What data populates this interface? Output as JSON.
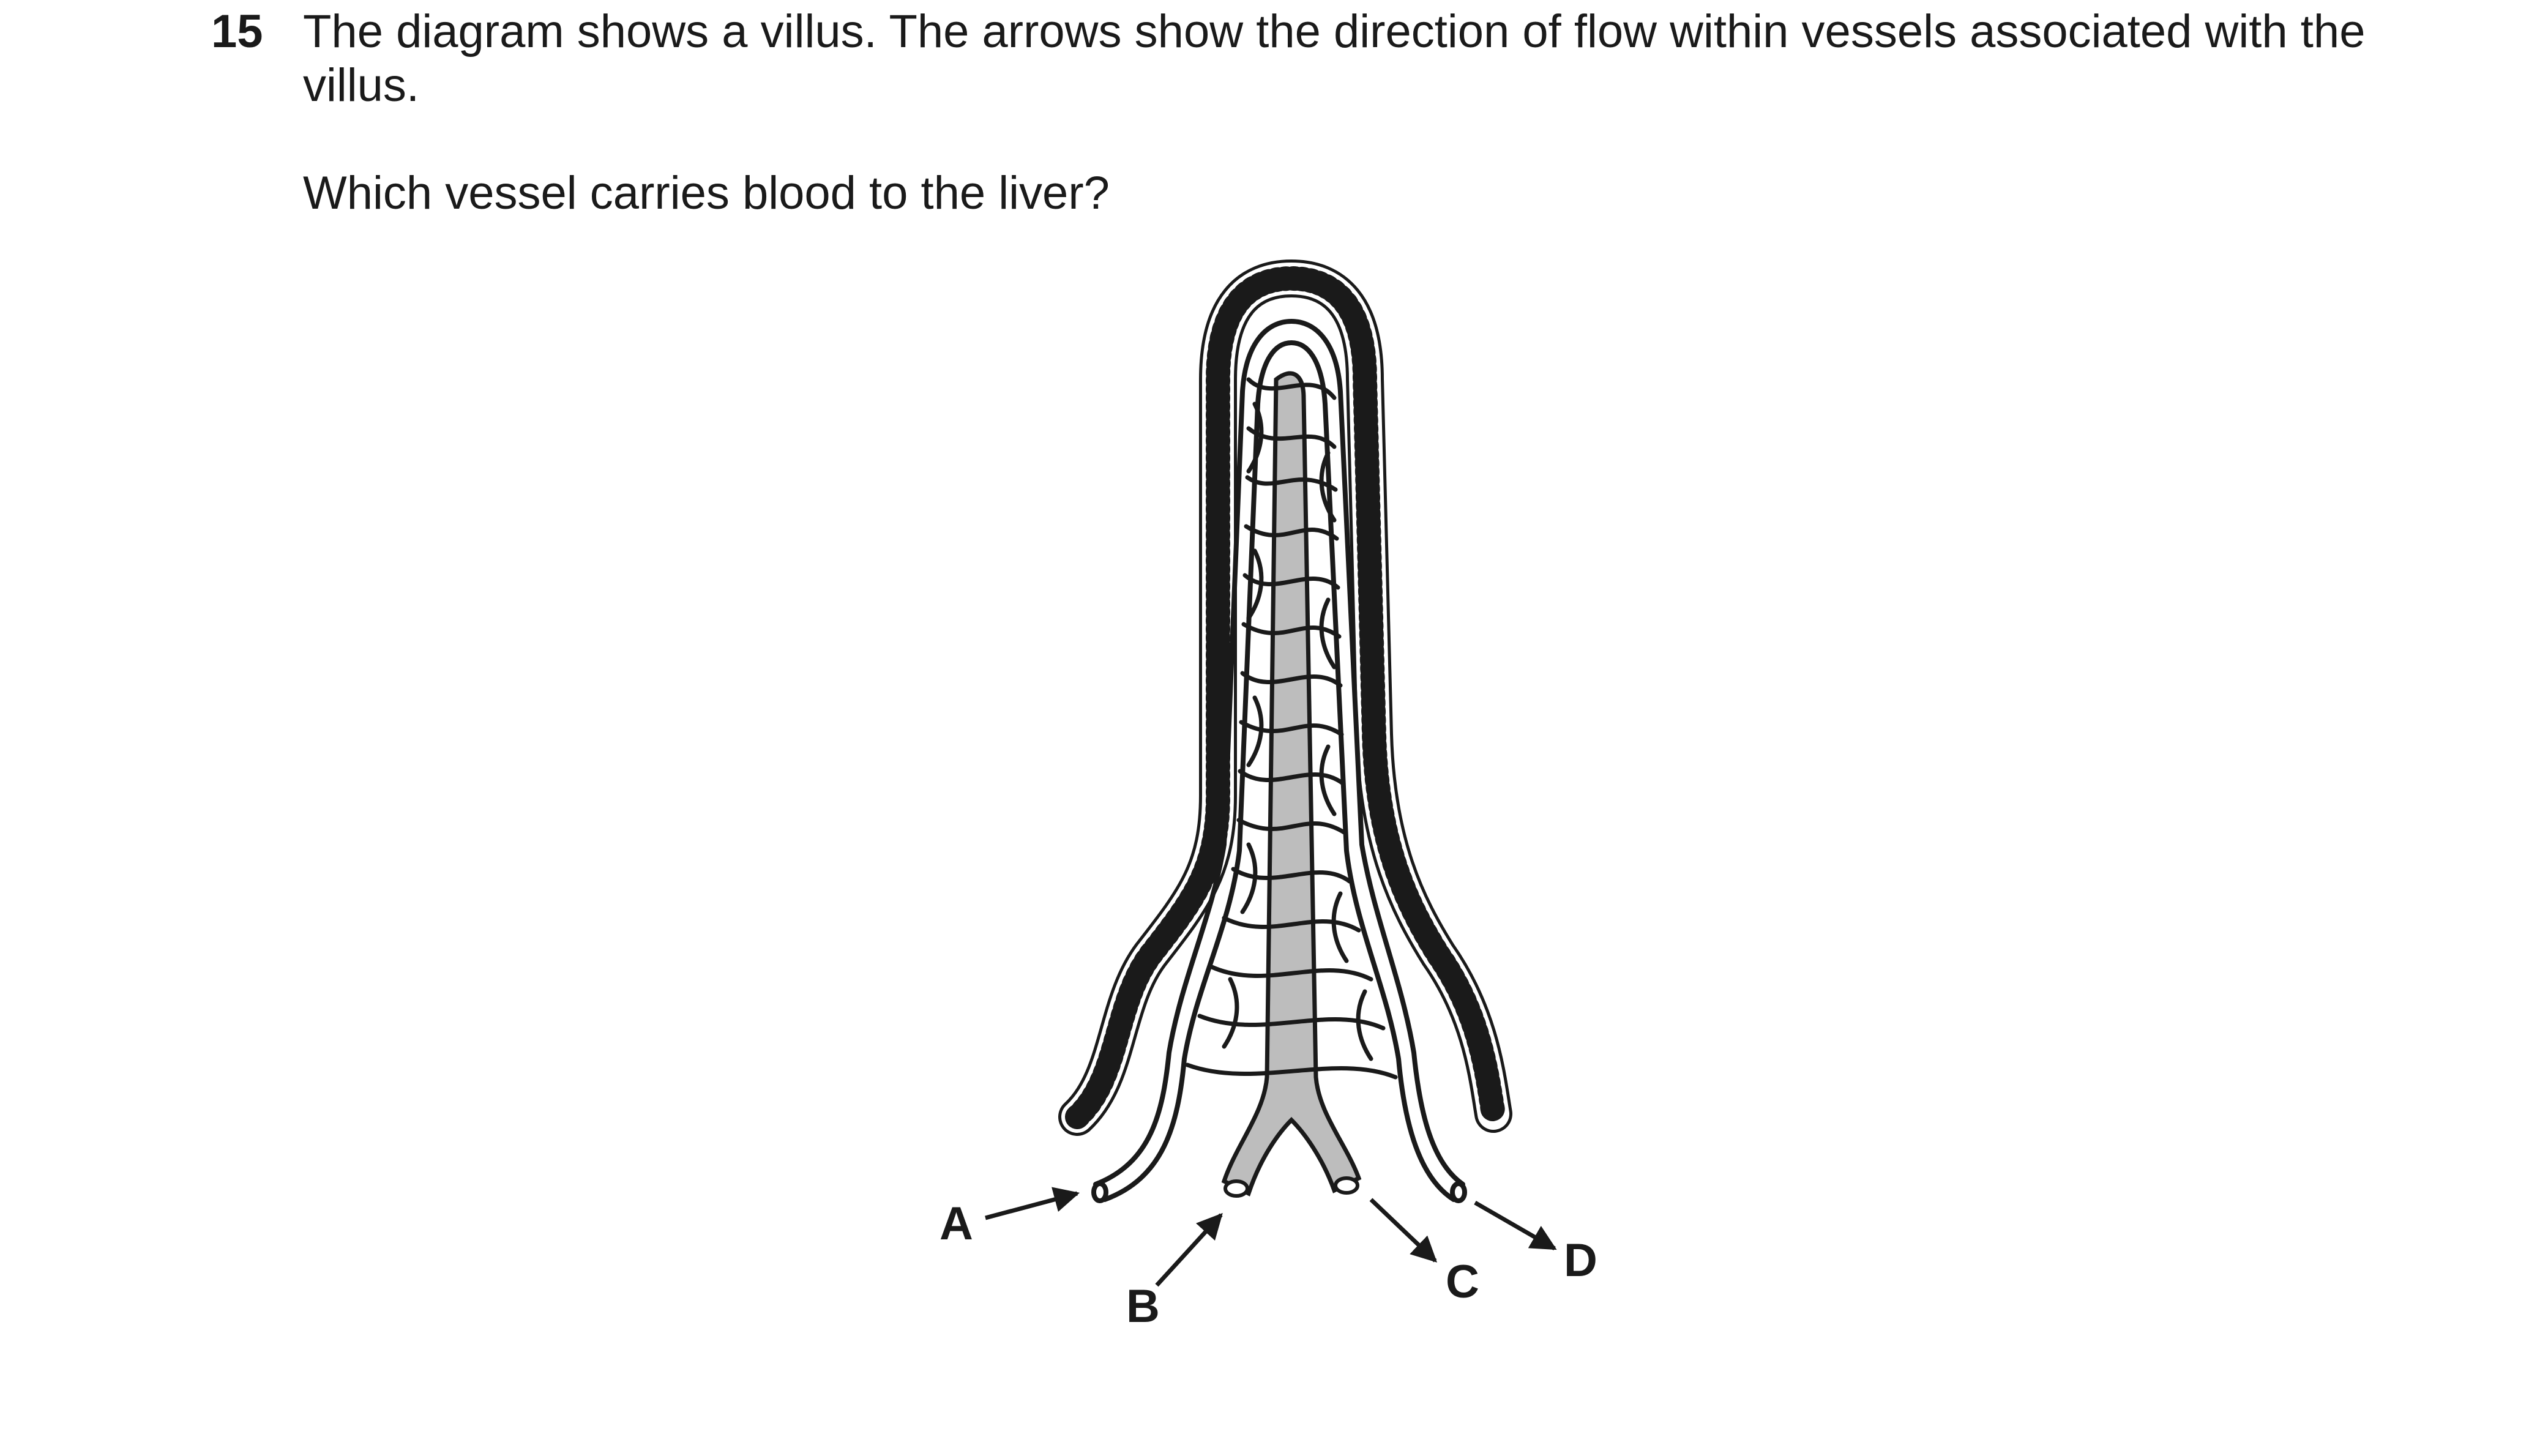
{
  "question": {
    "number": "15",
    "intro": "The diagram shows a villus. The arrows show the direction of flow within vessels associated with the villus.",
    "ask": "Which vessel carries blood to the liver?"
  },
  "diagram": {
    "labels": {
      "a": "A",
      "b": "B",
      "c": "C",
      "d": "D"
    }
  }
}
